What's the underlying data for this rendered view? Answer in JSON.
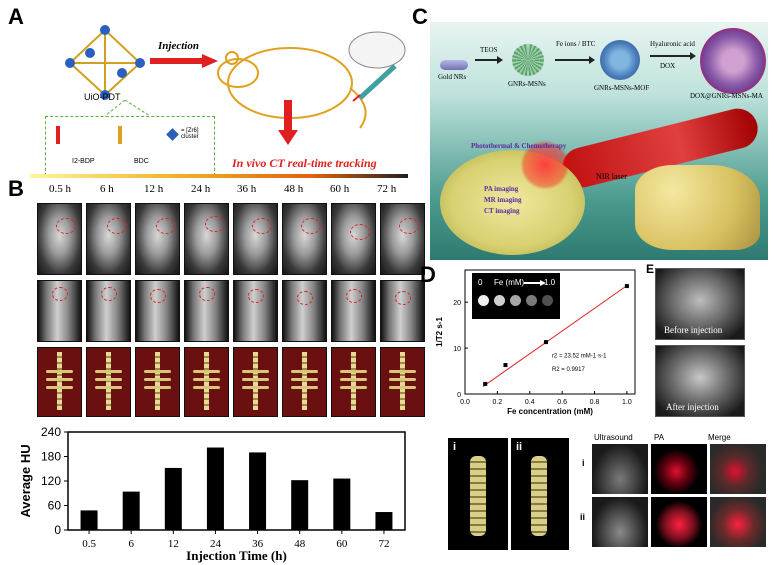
{
  "panels": {
    "a": "A",
    "b": "B",
    "c": "C",
    "d": "D",
    "e": "E"
  },
  "panel_a": {
    "injection": "Injection",
    "uio": "UiO-PDT",
    "tracking": "In vivo CT real-time tracking",
    "legend_i2bdp": "I2-BDP",
    "legend_bdc": "BDC",
    "legend_cluster": "= [Zr6] cluster"
  },
  "panel_b": {
    "times": [
      "0.5 h",
      "6 h",
      "12 h",
      "24 h",
      "36 h",
      "48 h",
      "60 h",
      "72 h"
    ]
  },
  "chart_data": [
    {
      "type": "bar",
      "categories": [
        "0.5",
        "6",
        "12",
        "24",
        "36",
        "48",
        "60",
        "72"
      ],
      "values": [
        48,
        94,
        152,
        202,
        190,
        122,
        126,
        44
      ],
      "xlabel": "Injection Time (h)",
      "ylabel": "Average HU",
      "ylim": [
        0,
        240
      ],
      "yticks": [
        0,
        60,
        120,
        180,
        240
      ]
    },
    {
      "type": "scatter",
      "x": [
        0.125,
        0.25,
        0.5,
        1.0
      ],
      "y": [
        2.2,
        6.3,
        11.3,
        23.5
      ],
      "xlabel": "Fe concentration (mM)",
      "ylabel": "1/T2 s-1",
      "xlim": [
        0.0,
        1.05
      ],
      "ylim": [
        0,
        27
      ],
      "xticks": [
        0.0,
        0.2,
        0.4,
        0.6,
        0.8,
        1.0
      ],
      "yticks": [
        0,
        10,
        20
      ],
      "annotation_r2": "r2 = 23.52 mM-1·s-1",
      "annotation_R2": "R2 = 0.9917",
      "inset_label": "Fe (mM)",
      "inset_low": "0",
      "inset_high": "1.0",
      "fit_line": true
    }
  ],
  "panel_c": {
    "gold_nrs": "Gold NRs",
    "teos": "TEOS",
    "gnrs_msns": "GNRs-MSNs",
    "fe_btc": "Fe ions / BTC",
    "gnrs_msns_mof": "GNRs-MSNs-MOF",
    "hyaluronic": "Hyaluronic acid",
    "dox": "DOX",
    "dox_label": "DOX@GNRs-MSNs-MA",
    "nir": "NIR laser",
    "photo": "Photothermal & Chemotherapy",
    "pa": "PA imaging",
    "mr": "MR imaging",
    "ct": "CT imaging"
  },
  "panel_d_mr": {
    "before": "Before injection",
    "after": "After injection"
  },
  "panel_e": {
    "roman_i": "i",
    "roman_ii": "ii",
    "ultrasound": "Ultrasound",
    "pa": "PA",
    "merge": "Merge"
  },
  "colors": {
    "accent_red": "#e02020",
    "bar": "#000000",
    "ct_bg": "#2b2b2b",
    "skeleton_bg": "#6a1010",
    "scene_bg": "#3a8a80"
  }
}
